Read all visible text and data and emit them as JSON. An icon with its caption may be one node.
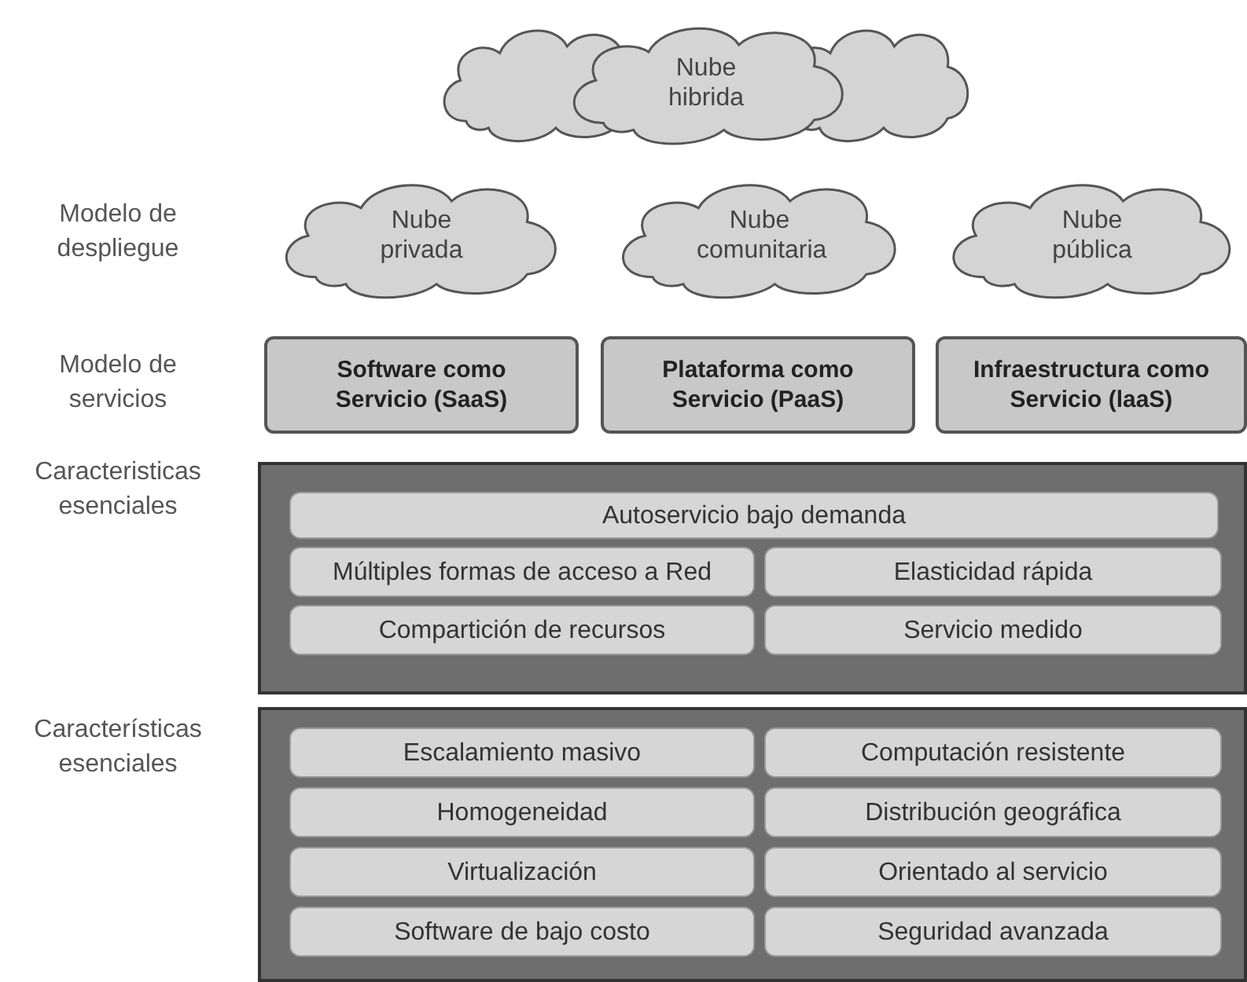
{
  "diagram": {
    "nodes": [
      {
        "text": [
          "Nube hibrida"
        ]
      },
      {
        "text": [
          "Nube privada"
        ]
      },
      {
        "text": [
          "Nube comunitaria"
        ]
      },
      {
        "text": [
          "Nube pública"
        ]
      },
      {
        "text": [
          "Software como Servicio (SaaS)"
        ]
      },
      {
        "text": [
          "Plataforma como Servicio (PaaS)"
        ]
      },
      {
        "text": [
          "Infraestructura como Servicio (laaS)"
        ]
      },
      {
        "text": [],
        "shape": "box"
      },
      {
        "text": [
          "Autoservicio bajo demanda"
        ],
        "in": 7
      },
      {
        "text": [
          "Múltiples formas de acceso a Red"
        ],
        "in": 7
      },
      {
        "text": [
          "Elasticidad rápida"
        ],
        "in": 7
      },
      {
        "text": [
          "Compartición de recursos"
        ],
        "in": 7
      },
      {
        "text": [
          "Servicio medido"
        ],
        "in": 7
      },
      {
        "text": [],
        "shape": "box"
      },
      {
        "text": [
          "Escalamiento masivo"
        ],
        "in": 13
      },
      {
        "text": [
          "Computación resistente"
        ],
        "in": 13
      },
      {
        "text": [
          "Homogeneidad"
        ],
        "in": 13
      },
      {
        "text": [
          "Distribución geográfica"
        ],
        "in": 13
      },
      {
        "text": [
          "Virtualización"
        ],
        "in": 13
      },
      {
        "text": [
          "Orientado al servicio"
        ],
        "in": 13
      },
      {
        "text": [
          "Software de bajo costo"
        ],
        "in": 13
      },
      {
        "text": [
          "Seguridad avanzada"
        ],
        "in": 13
      }
    ],
    "edges": [],
    "labels": [
      "Modelo de despliegue",
      "Modelo de servicios",
      "Caracteristicas esenciales",
      "Características esenciales"
    ]
  }
}
